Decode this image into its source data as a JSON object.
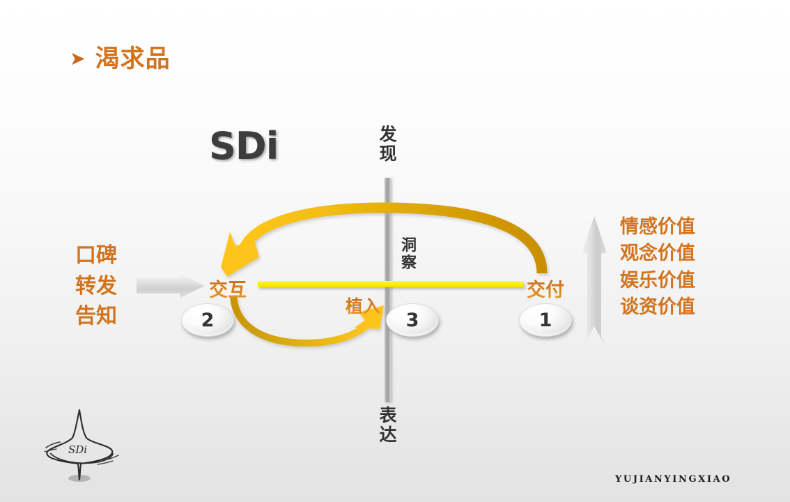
{
  "slide": {
    "title": "渴求品",
    "title_bullet": "arrow-bullet-icon",
    "wordmark": "SDi",
    "background_top_color": "#ffffff",
    "background_bottom_color": "#e3e3e3",
    "accent_orange": "#d2741f",
    "accent_yellow": "#ffef00",
    "accent_gold": "#d39a06",
    "gray_text": "#333333"
  },
  "axis": {
    "top_label": "发现",
    "bottom_label": "表达",
    "middle_label": "洞察"
  },
  "left_stack": {
    "lines": [
      "口碑",
      "转发",
      "告知"
    ]
  },
  "stages": {
    "interact": {
      "label": "交互",
      "number": "2"
    },
    "insight": {
      "number": "3",
      "label": "植入"
    },
    "deliver": {
      "label": "交付",
      "number": "1"
    }
  },
  "right_values": {
    "items": [
      "情感价值",
      "观念价值",
      "娱乐价值",
      "谈资价值"
    ]
  },
  "footer": {
    "brand": "YUJIANYINGXIAO",
    "logo_text": "SDi"
  }
}
